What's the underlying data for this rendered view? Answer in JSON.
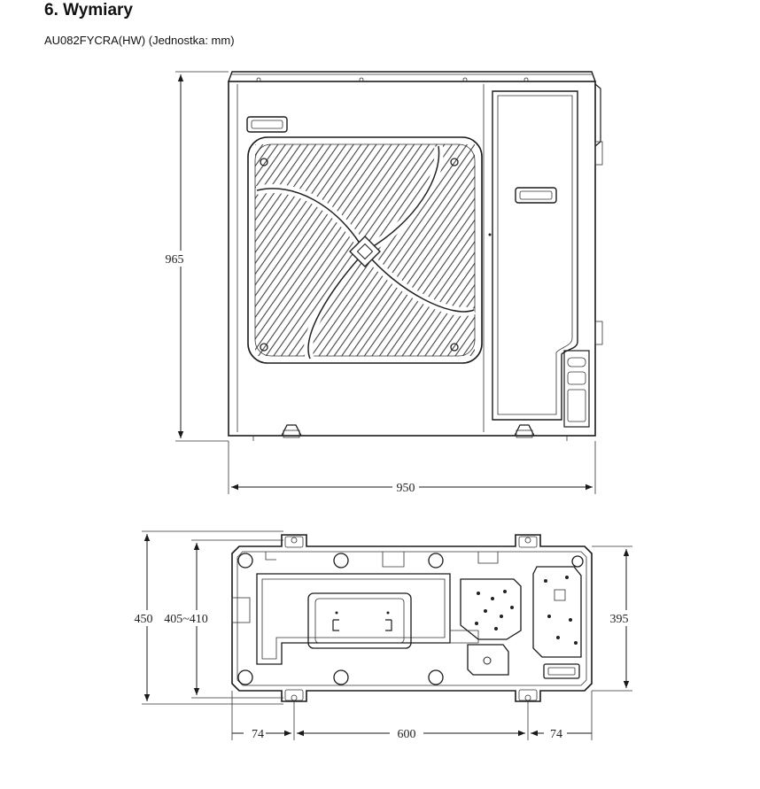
{
  "section": {
    "title": "6. Wymiary",
    "model_line": "AU082FYCRA(HW) (Jednostka: mm)"
  },
  "front_view": {
    "height_dim": "965",
    "width_dim": "950"
  },
  "bottom_view": {
    "depth_dim": "450",
    "inner_depth_dim": "405~410",
    "right_depth_dim": "395",
    "left_offset_dim": "74",
    "bolt_spacing_dim": "600",
    "right_offset_dim": "74"
  },
  "colors": {
    "line": "#1a1a1a",
    "background": "#ffffff"
  }
}
